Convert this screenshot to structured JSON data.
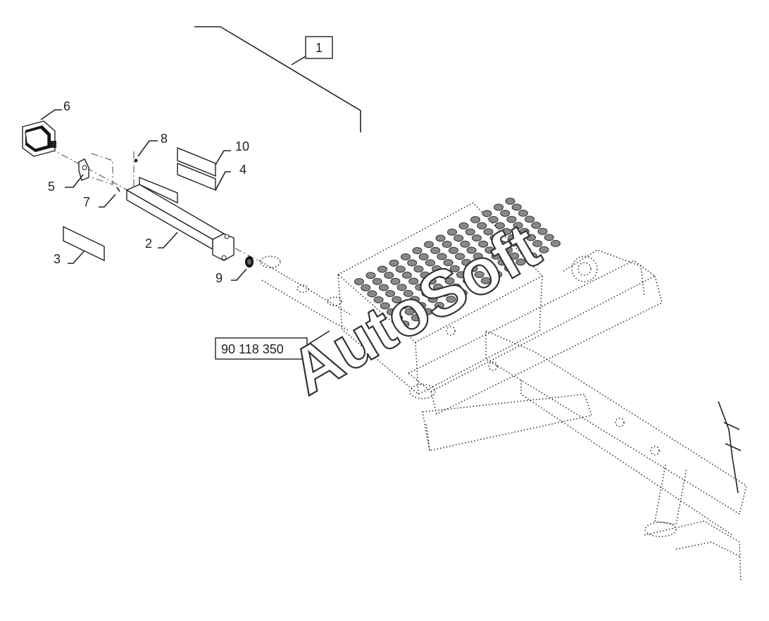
{
  "assembly": {
    "callout": "1"
  },
  "parts": [
    {
      "id": "bracket",
      "callout": "2"
    },
    {
      "id": "decal-lower",
      "callout": "3"
    },
    {
      "id": "decal-upper-b",
      "callout": "4"
    },
    {
      "id": "lamp-bracket",
      "callout": "5"
    },
    {
      "id": "lamp",
      "callout": "6"
    },
    {
      "id": "screw-left",
      "callout": "7"
    },
    {
      "id": "screw-top",
      "callout": "8"
    },
    {
      "id": "nut",
      "callout": "9"
    },
    {
      "id": "decal-upper-a",
      "callout": "10"
    }
  ],
  "reference": {
    "label": "90 118 350"
  },
  "watermark": {
    "text": "AutoSoft"
  },
  "colors": {
    "line": "#222222",
    "background": "#ffffff"
  }
}
